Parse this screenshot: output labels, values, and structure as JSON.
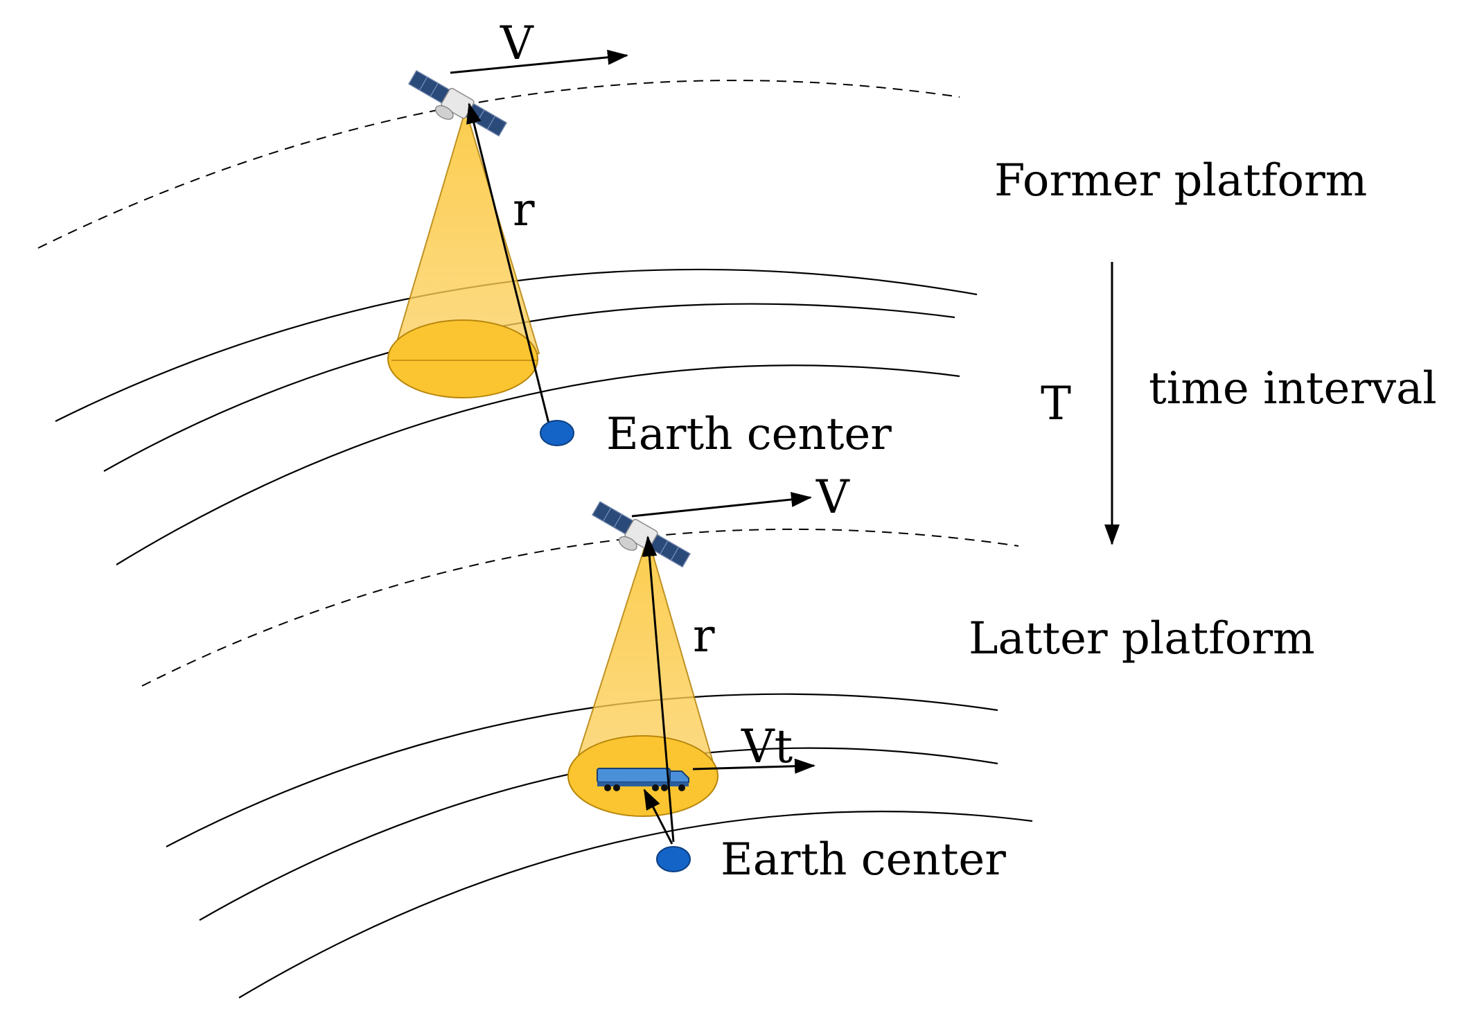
{
  "labels": {
    "former_platform": "Former platform",
    "latter_platform": "Latter platform",
    "time_interval": "time interval",
    "T": "T",
    "V_top": "V",
    "V_bottom": "V",
    "r_top": "r",
    "r_bottom": "r",
    "Vt": "Vt",
    "earth_center_top": "Earth center",
    "earth_center_bottom": "Earth center"
  },
  "colors": {
    "beam_fill": "#fbc531",
    "beam_edge": "#b8860b",
    "earth_center": "#1464c8",
    "truck": "#4a90d9",
    "satellite_panel": "#2a4a7a"
  },
  "icons": {
    "satellite": "satellite-icon",
    "truck": "truck-icon"
  }
}
